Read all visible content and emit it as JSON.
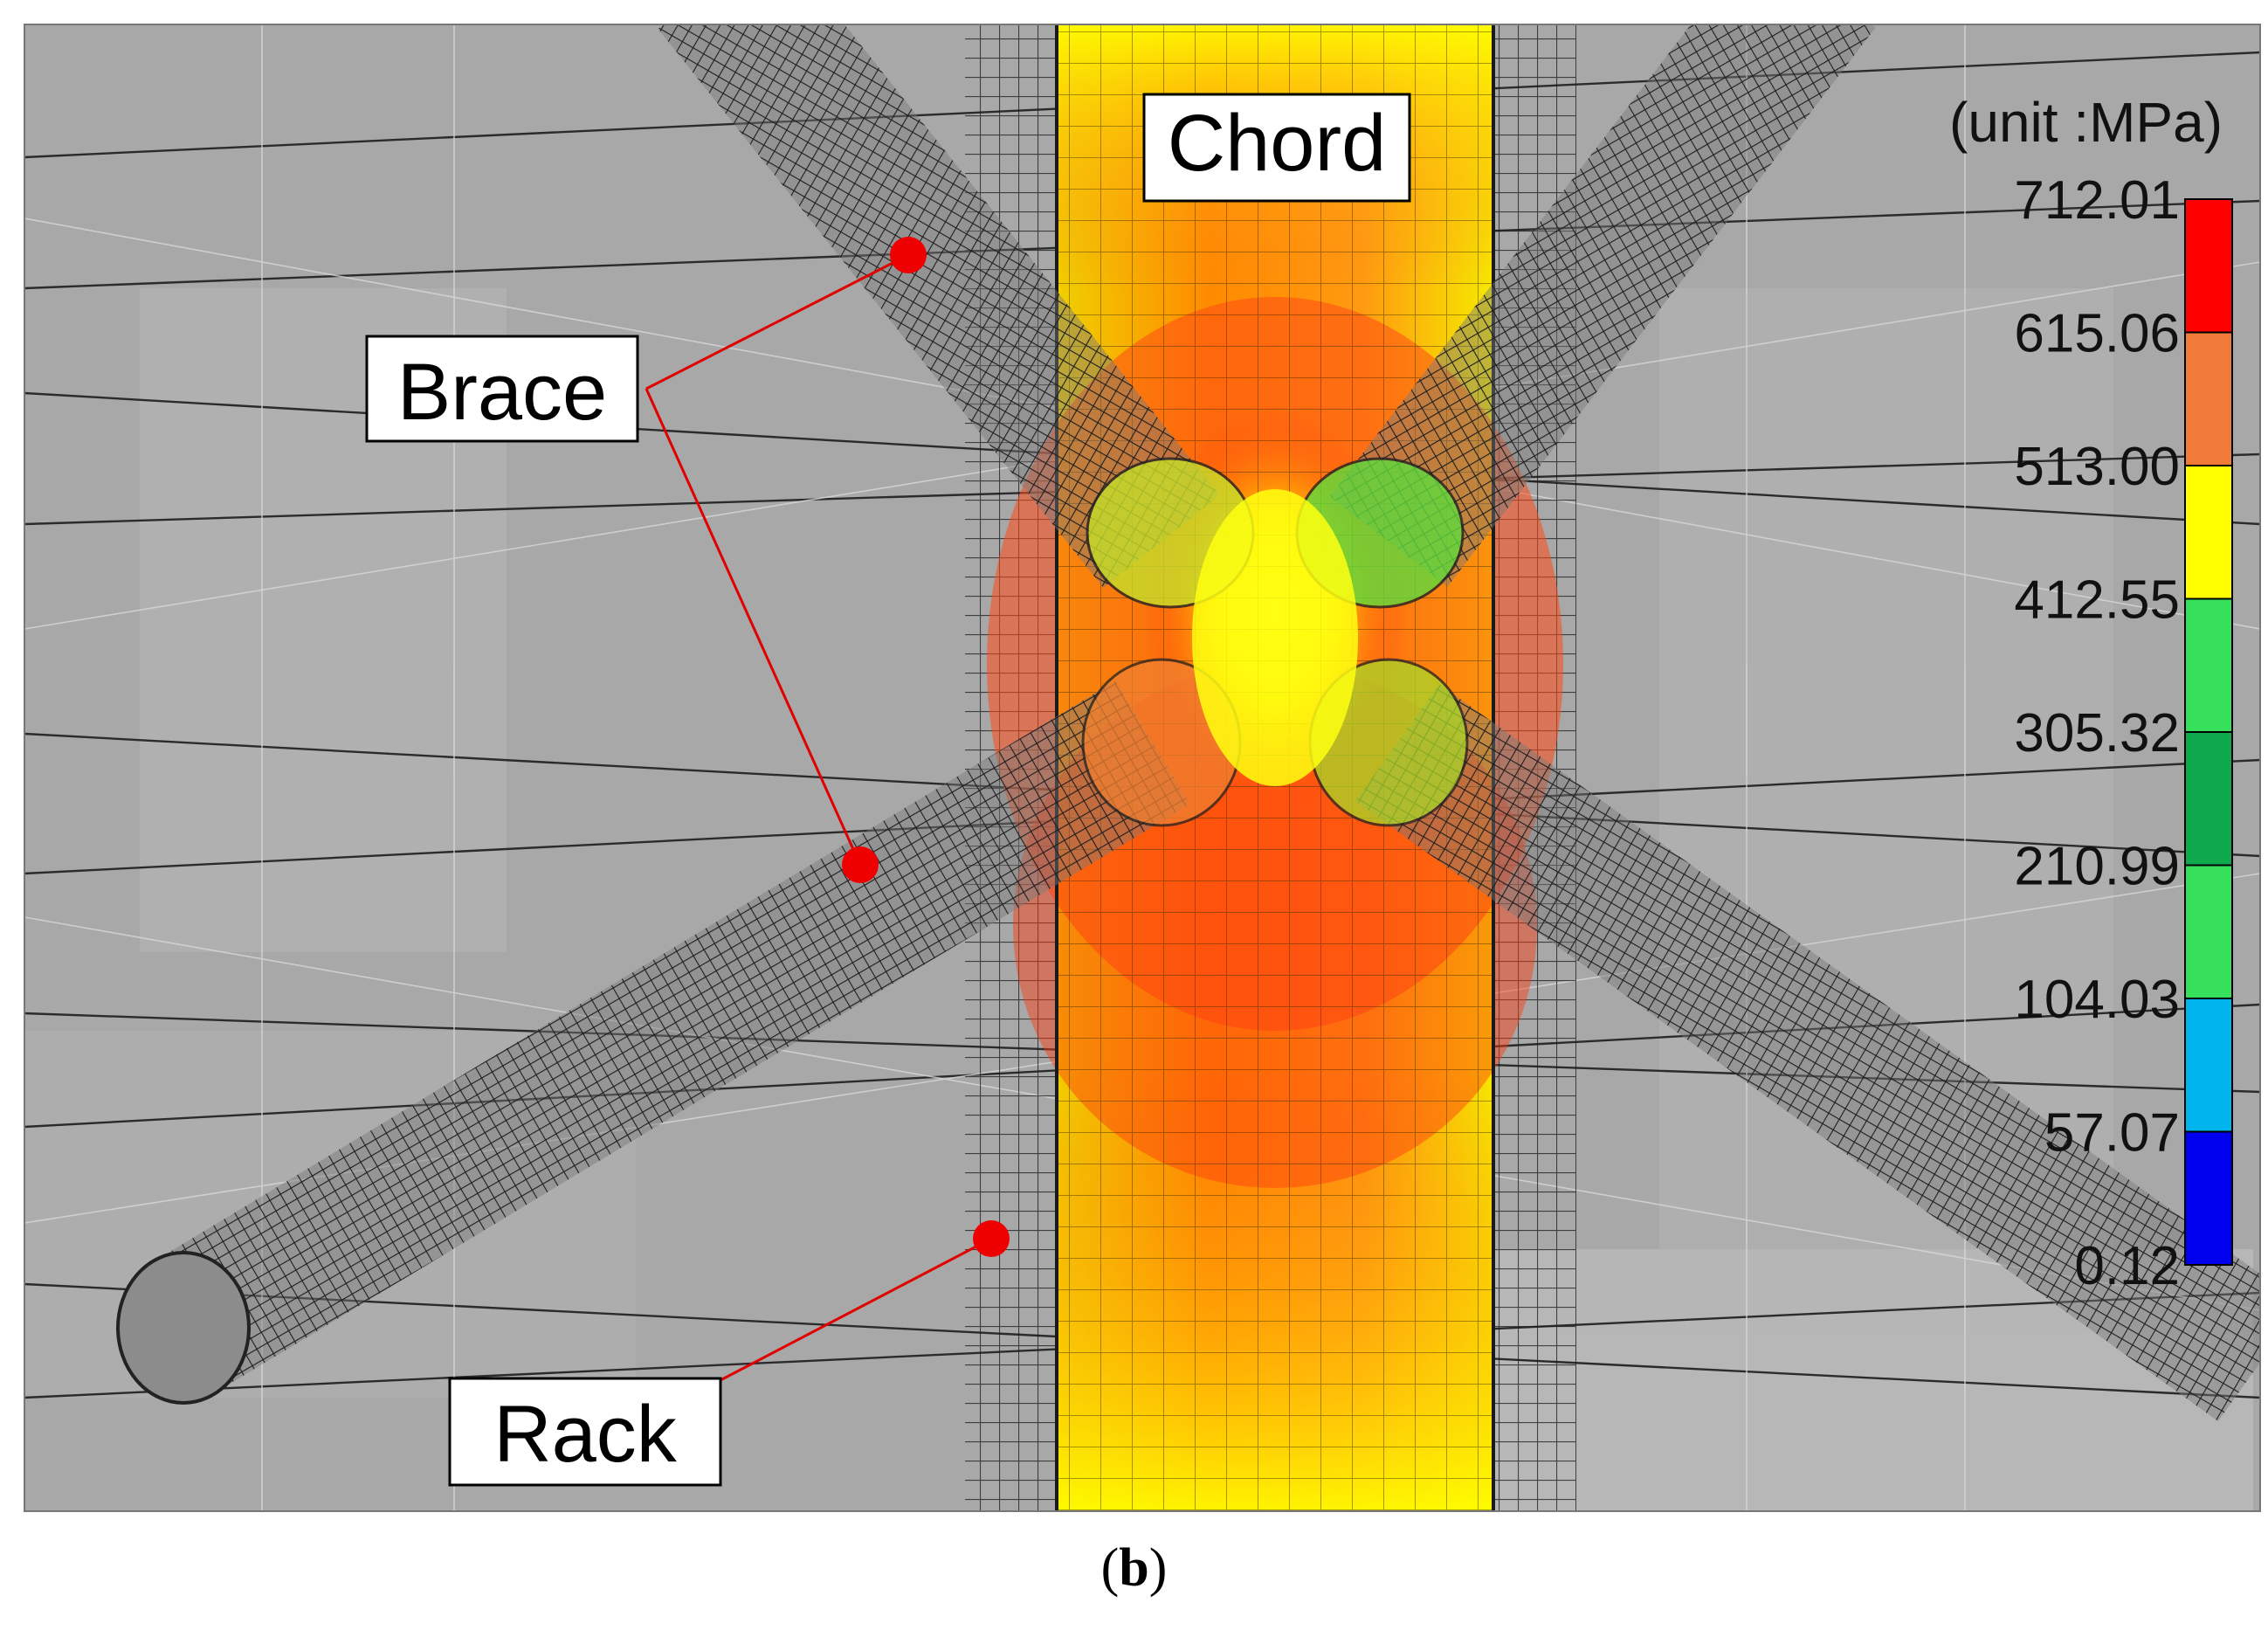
{
  "labels": {
    "chord": "Chord",
    "brace": "Brace",
    "rack": "Rack"
  },
  "legend": {
    "unit": "(unit :MPa)",
    "ticks": [
      "712.01",
      "615.06",
      "513.00",
      "412.55",
      "305.32",
      "210.99",
      "104.03",
      "57.07",
      "0.12"
    ],
    "band_colors": [
      "#ff0000",
      "#f07a38",
      "#ffff00",
      "#36e05a",
      "#10a84c",
      "#36e05a",
      "#00b4ec",
      "#0000ee"
    ]
  },
  "caption": {
    "open": "(",
    "letter": "b",
    "close": ")"
  },
  "colors": {
    "background": "#a8a8a8",
    "brace_mesh": "#2a2a2a",
    "chord_high": "#f04a14",
    "chord_mid": "#ff9a00",
    "chord_low": "#f4ee00",
    "leader": "#e00000"
  }
}
